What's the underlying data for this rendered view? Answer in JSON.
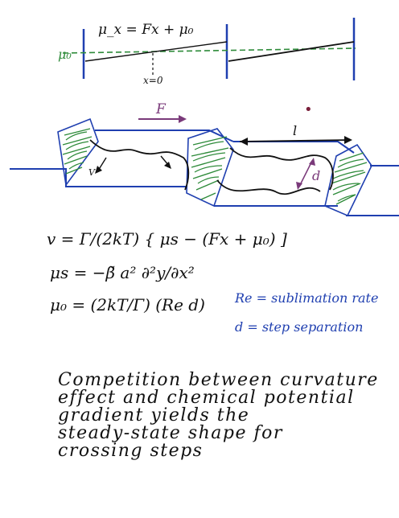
{
  "top_plot": {
    "equation": "μ_x = Fx + μ₀",
    "left_label": "μ₀",
    "origin_label": "x=0"
  },
  "step_diagram": {
    "force_label": "F",
    "length_label": "l",
    "separation_label": "d",
    "velocity_label": "V"
  },
  "equations": {
    "v": "v = Γ/(2kT) { μs − (Fx + μ₀) ]",
    "mu_s": "μs = −β̃ a² ∂²y/∂x²",
    "mu_0": "μ₀ = (2kT/Γ) (Re d)"
  },
  "definitions": {
    "re": "Re = sublimation rate",
    "d": "d = step separation"
  },
  "conclusion": [
    "Competition between curvature",
    "effect and chemical potential",
    "gradient yields the",
    "steady-state shape for",
    "crossing steps"
  ],
  "colors": {
    "ink": "#111111",
    "blue": "#1f3fb0",
    "green": "#2e8b3a",
    "purple": "#7a3a7a"
  }
}
